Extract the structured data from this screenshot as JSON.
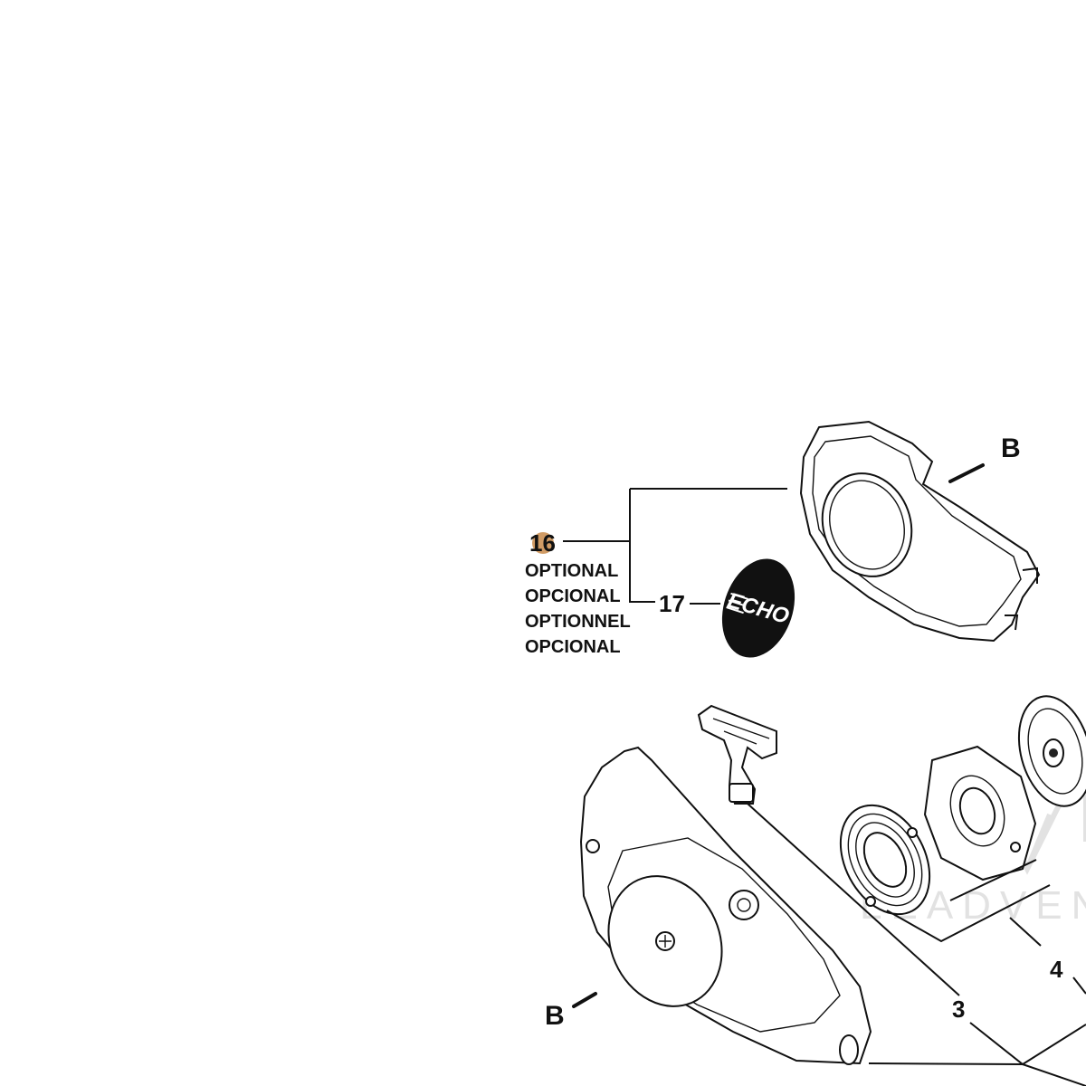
{
  "callouts": {
    "optional_part": "16",
    "emblem_part": "17",
    "pulley_group": "4",
    "handle_part": "3",
    "cover_ref_top": "B",
    "cover_ref_bottom": "B"
  },
  "optional_note": [
    "OPTIONAL",
    "OPCIONAL",
    "OPTIONNEL",
    "OPCIONAL"
  ],
  "emblem_logo": "ECHO",
  "watermark": "LEADVEN",
  "colors": {
    "callout_highlight": "#c8894a",
    "line": "#111111",
    "watermark": "#e2e2e2"
  }
}
